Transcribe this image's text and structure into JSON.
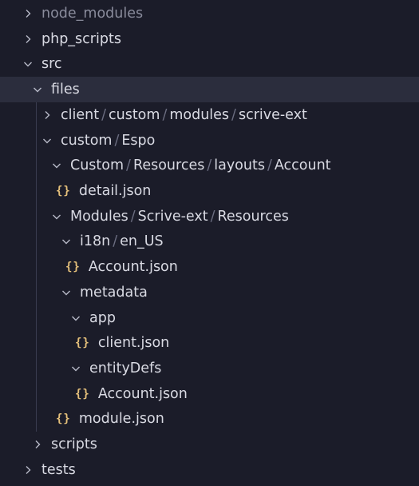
{
  "explorer": {
    "rows": [
      {
        "type": "folder",
        "expanded": false,
        "segments": [
          "node_modules"
        ],
        "dim": true
      },
      {
        "type": "folder",
        "expanded": false,
        "segments": [
          "php_scripts"
        ]
      },
      {
        "type": "folder",
        "expanded": true,
        "segments": [
          "src"
        ]
      },
      {
        "type": "folder",
        "expanded": true,
        "segments": [
          "files"
        ],
        "selected": true
      },
      {
        "type": "folder",
        "expanded": false,
        "segments": [
          "client",
          "custom",
          "modules",
          "scrive-ext"
        ]
      },
      {
        "type": "folder",
        "expanded": true,
        "segments": [
          "custom",
          "Espo"
        ]
      },
      {
        "type": "folder",
        "expanded": true,
        "segments": [
          "Custom",
          "Resources",
          "layouts",
          "Account"
        ]
      },
      {
        "type": "file",
        "icon": "{}",
        "segments": [
          "detail.json"
        ]
      },
      {
        "type": "folder",
        "expanded": true,
        "segments": [
          "Modules",
          "Scrive-ext",
          "Resources"
        ]
      },
      {
        "type": "folder",
        "expanded": true,
        "segments": [
          "i18n",
          "en_US"
        ]
      },
      {
        "type": "file",
        "icon": "{}",
        "segments": [
          "Account.json"
        ]
      },
      {
        "type": "folder",
        "expanded": true,
        "segments": [
          "metadata"
        ]
      },
      {
        "type": "folder",
        "expanded": true,
        "segments": [
          "app"
        ]
      },
      {
        "type": "file",
        "icon": "{}",
        "segments": [
          "client.json"
        ]
      },
      {
        "type": "folder",
        "expanded": true,
        "segments": [
          "entityDefs"
        ]
      },
      {
        "type": "file",
        "icon": "{}",
        "segments": [
          "Account.json"
        ]
      },
      {
        "type": "file",
        "icon": "{}",
        "segments": [
          "module.json"
        ]
      },
      {
        "type": "folder",
        "expanded": false,
        "segments": [
          "scripts"
        ]
      },
      {
        "type": "folder",
        "expanded": false,
        "segments": [
          "tests"
        ]
      }
    ]
  },
  "colors": {
    "background": "#1b1c29",
    "selected": "#2b2d3d",
    "json_icon": "#e5c07b",
    "text": "#d9dae3",
    "separator": "#6b6d80"
  }
}
